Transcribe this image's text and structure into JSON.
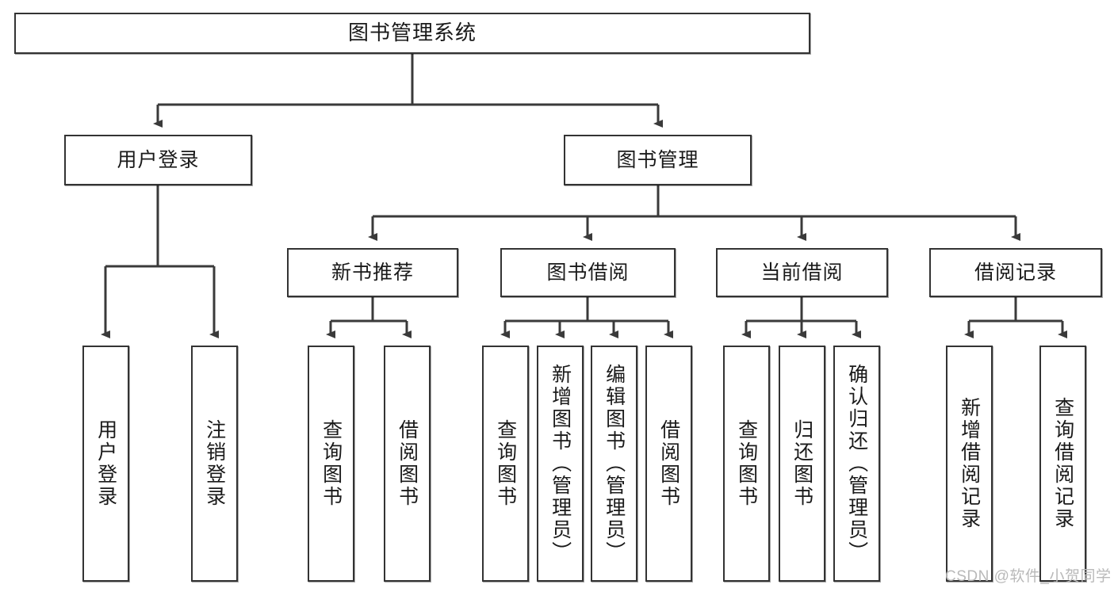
{
  "diagram": {
    "title": "图书管理系统",
    "watermark": "CSDN @软件_小贺同学",
    "colors": {
      "box_border": "#333333",
      "connector": "#3a3a3a",
      "background": "#ffffff",
      "text": "#1a1a1a",
      "watermark": "#b9b9b9"
    },
    "root": {
      "label": "图书管理系统"
    },
    "level2": [
      {
        "label": "用户登录"
      },
      {
        "label": "图书管理"
      }
    ],
    "level3": [
      {
        "label": "新书推荐"
      },
      {
        "label": "图书借阅"
      },
      {
        "label": "当前借阅"
      },
      {
        "label": "借阅记录"
      }
    ],
    "leaves": {
      "user_login": [
        {
          "label": "用户登录"
        },
        {
          "label": "注销登录"
        }
      ],
      "new_book_recommend": [
        {
          "label": "查询图书"
        },
        {
          "label": "借阅图书"
        }
      ],
      "book_borrow": [
        {
          "label": "查询图书"
        },
        {
          "label": "新增图书（管理员）"
        },
        {
          "label": "编辑图书（管理员）"
        },
        {
          "label": "借阅图书"
        }
      ],
      "current_borrow": [
        {
          "label": "查询图书"
        },
        {
          "label": "归还图书"
        },
        {
          "label": "确认归还（管理员）"
        }
      ],
      "borrow_record": [
        {
          "label": "新增借阅记录"
        },
        {
          "label": "查询借阅记录"
        }
      ]
    }
  }
}
